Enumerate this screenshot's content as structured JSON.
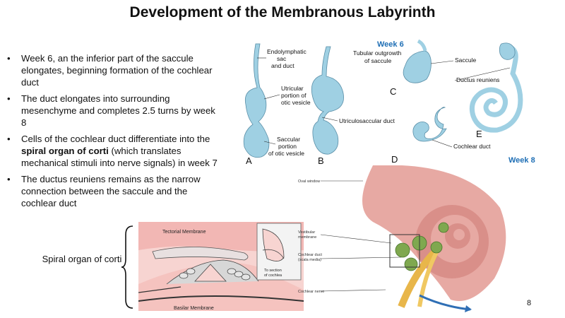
{
  "slide": {
    "title": "Development of the Membranous Labyrinth",
    "page_number": "8"
  },
  "bullets": [
    {
      "text": "Week 6, an the inferior part of the saccule elongates, beginning formation of the cochlear duct"
    },
    {
      "text": "The duct elongates into surrounding mesenchyme and completes 2.5 turns by week 8"
    },
    {
      "pre": "Cells of the cochlear duct differentiate into the ",
      "bold": "spiral organ of corti",
      "post": " (which translates mechanical stimuli into nerve signals) in week 7"
    },
    {
      "text": "The ductus reuniens remains as the narrow connection between the saccule and the cochlear duct"
    }
  ],
  "spiral_caption": "Spiral organ of corti",
  "top_figure": {
    "labels": {
      "endolymphatic": "Endolymphatic",
      "sac": "sac",
      "and_duct": "and duct",
      "utricular": "Utricular",
      "portion_of": "portion of",
      "otic_vesicle_1": "otic vesicle",
      "utriculosaccular": "Utriculosaccular duct",
      "saccular": "Saccular",
      "portion": "portion",
      "otic_vesicle_2": "of otic vesicle",
      "tubular": "Tubular outgrowth",
      "of_saccule": "of saccule",
      "saccule": "Saccule",
      "ductus_reuniens": "Ductus reuniens",
      "cochlear_duct": "Cochlear duct"
    },
    "letters": {
      "a": "A",
      "b": "B",
      "c": "C",
      "d": "D",
      "e": "E"
    },
    "week6": "Week 6",
    "week8": "Week 8"
  },
  "inner_figure": {
    "tectorial": "Tectorial Membrane",
    "basilar": "Basilar Membrane",
    "to_section_1": "To section",
    "to_section_2": "of cochlea"
  },
  "cochlea_figure": {
    "oval_window": "Oval window",
    "vestibular_1": "Vestibular",
    "vestibular_2": "membrane",
    "cochlear_duct_1": "Cochlear duct",
    "cochlear_duct_2": "(scala media)",
    "cochlear_nerve": "Cochlear nerve"
  },
  "colors": {
    "tissue_blue": "#9fd0e3",
    "week_label_blue": "#1f6fb5",
    "inner_pink": "#f2b7b4",
    "cochlea_pink": "#e7a9a3"
  }
}
